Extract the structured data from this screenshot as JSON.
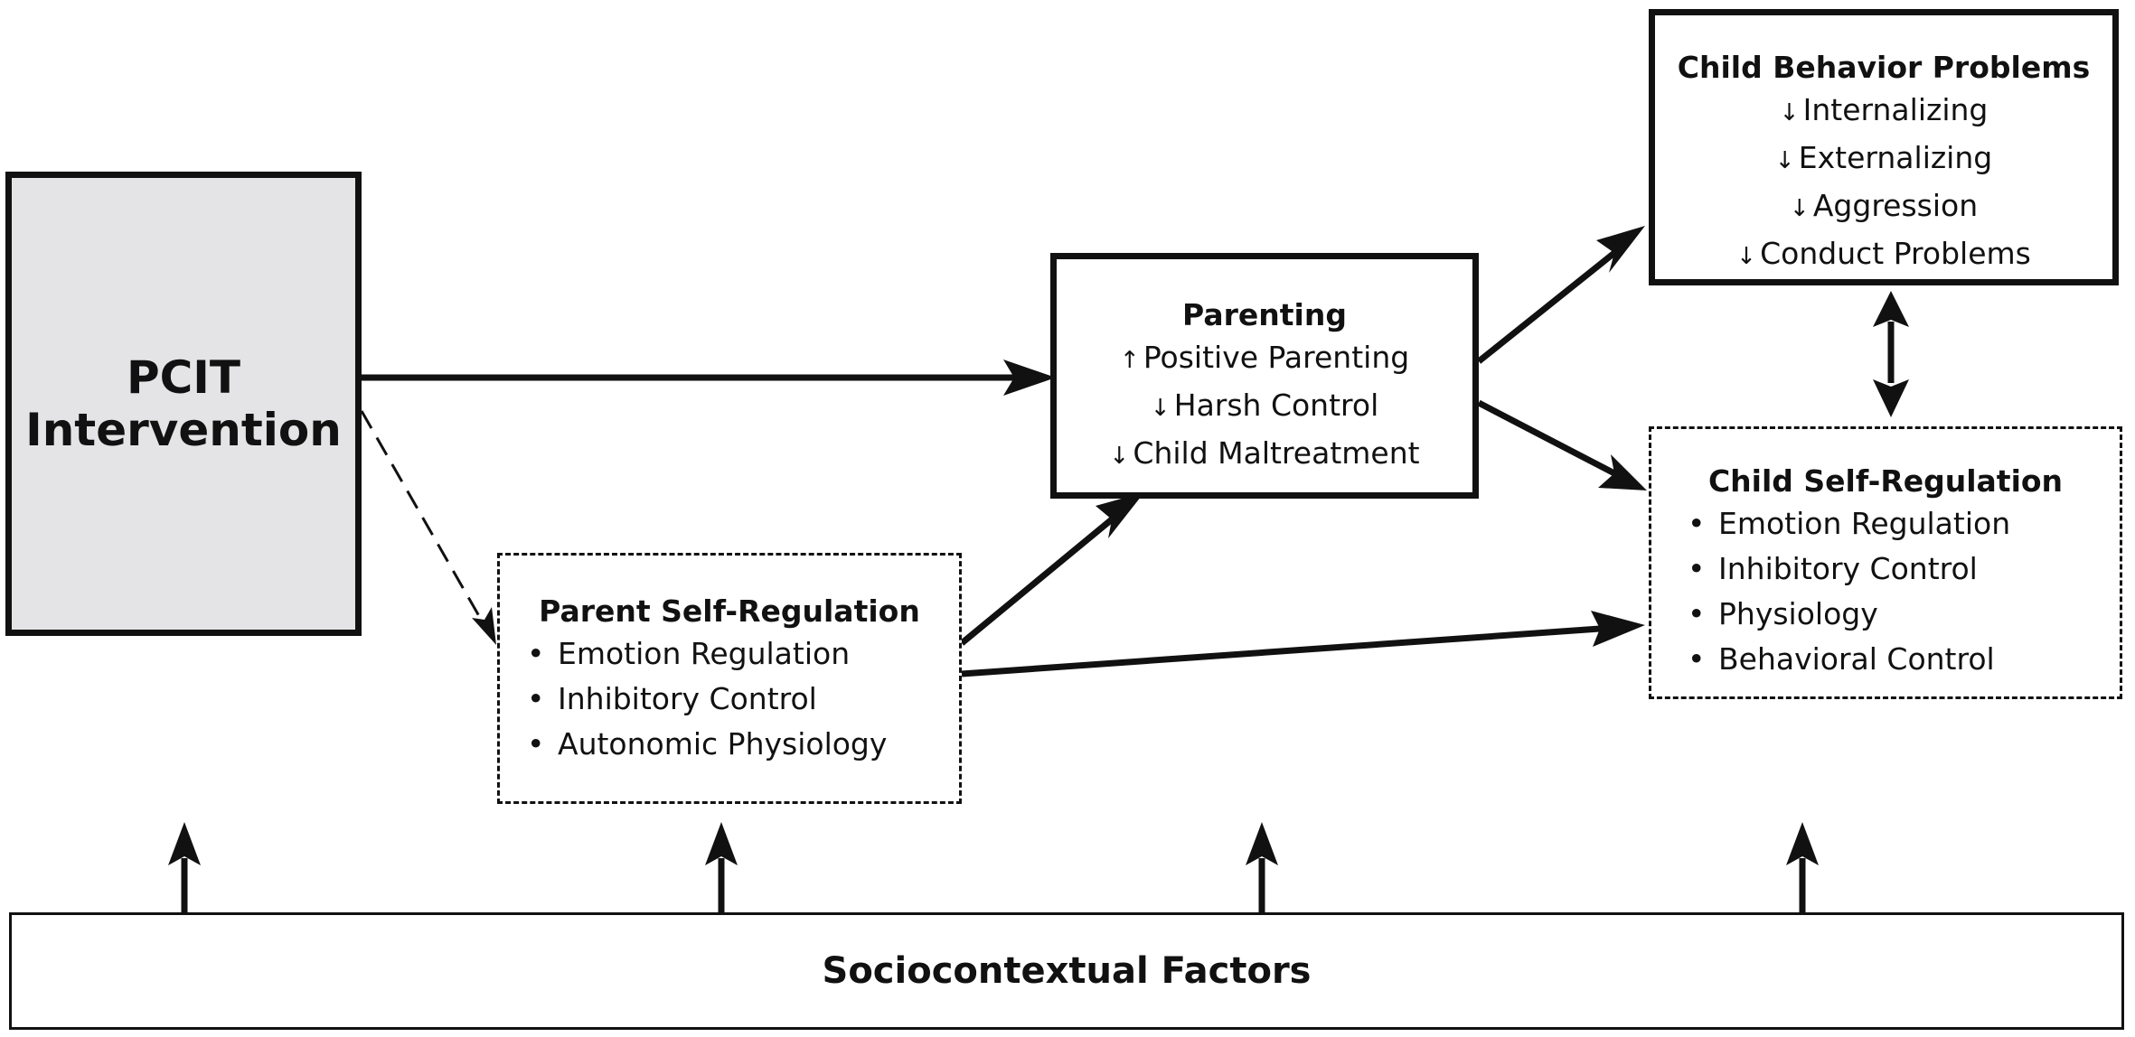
{
  "pcit": {
    "line1": "PCIT",
    "line2": "Intervention"
  },
  "parenting": {
    "title": "Parenting",
    "items": [
      {
        "mark": "↑",
        "text": "Positive Parenting"
      },
      {
        "mark": "↓",
        "text": "Harsh Control"
      },
      {
        "mark": "↓",
        "text": "Child Maltreatment"
      }
    ]
  },
  "child_behavior": {
    "title": "Child Behavior Problems",
    "items": [
      {
        "mark": "↓",
        "text": "Internalizing"
      },
      {
        "mark": "↓",
        "text": "Externalizing"
      },
      {
        "mark": "↓",
        "text": "Aggression"
      },
      {
        "mark": "↓",
        "text": "Conduct Problems"
      }
    ]
  },
  "parent_self_regulation": {
    "title": "Parent Self-Regulation",
    "bullet": "•",
    "items": [
      "Emotion Regulation",
      "Inhibitory Control",
      "Autonomic Physiology"
    ]
  },
  "child_self_regulation": {
    "title": "Child Self-Regulation",
    "bullet": "•",
    "items": [
      "Emotion Regulation",
      "Inhibitory Control",
      "Physiology",
      "Behavioral Control"
    ]
  },
  "sociocontextual": {
    "label": "Sociocontextual Factors"
  }
}
